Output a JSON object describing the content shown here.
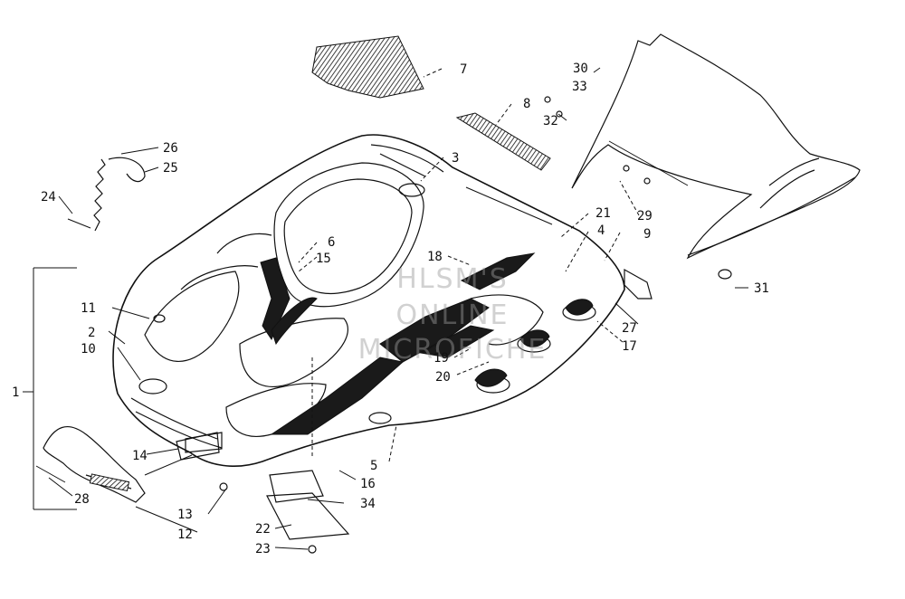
{
  "watermark": [
    "HLSM'S",
    "ONLINE",
    "MICROFICHE"
  ],
  "callouts": [
    {
      "id": "c1",
      "text": "1"
    },
    {
      "id": "c2",
      "text": "2"
    },
    {
      "id": "c3",
      "text": "3"
    },
    {
      "id": "c4",
      "text": "4"
    },
    {
      "id": "c5",
      "text": "5"
    },
    {
      "id": "c6",
      "text": "6"
    },
    {
      "id": "c7",
      "text": "7"
    },
    {
      "id": "c8",
      "text": "8"
    },
    {
      "id": "c9",
      "text": "9"
    },
    {
      "id": "c10",
      "text": "10"
    },
    {
      "id": "c11",
      "text": "11"
    },
    {
      "id": "c12",
      "text": "12"
    },
    {
      "id": "c13",
      "text": "13"
    },
    {
      "id": "c14",
      "text": "14"
    },
    {
      "id": "c15",
      "text": "15"
    },
    {
      "id": "c16",
      "text": "16"
    },
    {
      "id": "c17",
      "text": "17"
    },
    {
      "id": "c18",
      "text": "18"
    },
    {
      "id": "c19",
      "text": "19"
    },
    {
      "id": "c20",
      "text": "20"
    },
    {
      "id": "c21",
      "text": "21"
    },
    {
      "id": "c22",
      "text": "22"
    },
    {
      "id": "c23",
      "text": "23"
    },
    {
      "id": "c24",
      "text": "24"
    },
    {
      "id": "c25",
      "text": "25"
    },
    {
      "id": "c26",
      "text": "26"
    },
    {
      "id": "c27",
      "text": "27"
    },
    {
      "id": "c28",
      "text": "28"
    },
    {
      "id": "c29",
      "text": "29"
    },
    {
      "id": "c30",
      "text": "30"
    },
    {
      "id": "c31",
      "text": "31"
    },
    {
      "id": "c32",
      "text": "32"
    },
    {
      "id": "c33",
      "text": "33"
    },
    {
      "id": "c34",
      "text": "34"
    }
  ]
}
